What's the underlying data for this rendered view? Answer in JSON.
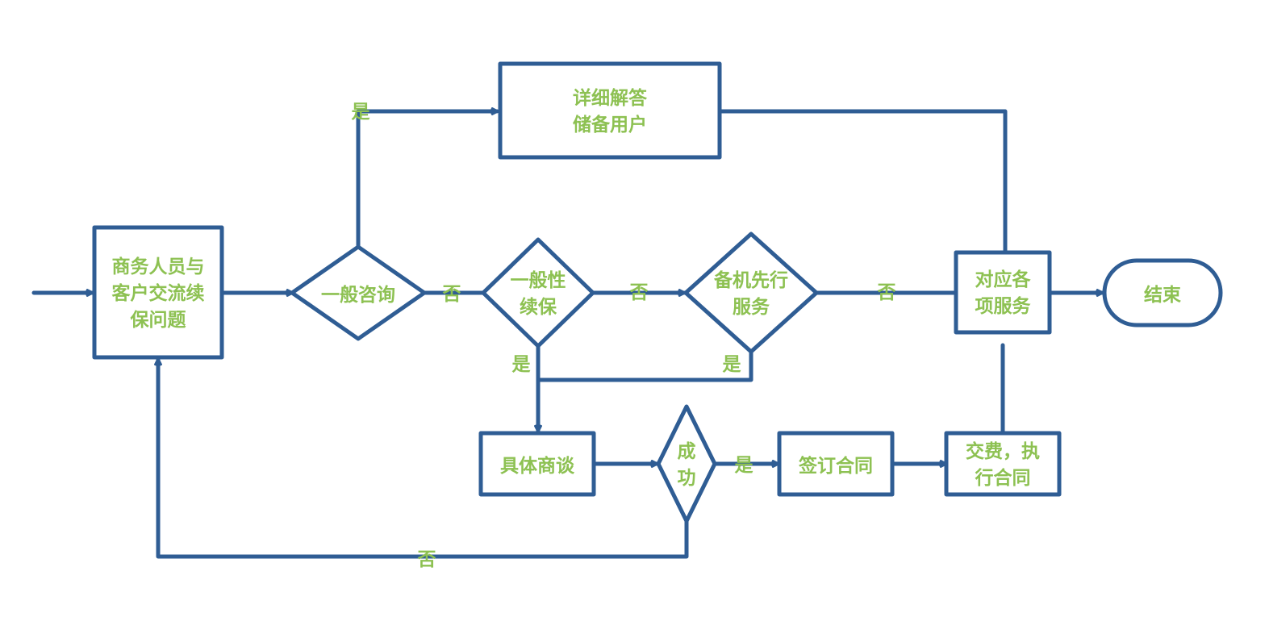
{
  "colors": {
    "stroke": "#2f5d94",
    "text": "#8dc152",
    "background": "#ffffff"
  },
  "nodes": {
    "communicate": {
      "shape": "rectangle",
      "lines": [
        "商务人员与",
        "客户交流续",
        "保问题"
      ]
    },
    "detailed_answer": {
      "shape": "rectangle",
      "lines": [
        "详细解答",
        "储备用户"
      ]
    },
    "general_inquiry": {
      "shape": "diamond",
      "lines": [
        "一般咨询"
      ]
    },
    "general_renewal": {
      "shape": "diamond",
      "lines": [
        "一般性",
        "续保"
      ]
    },
    "backup_first": {
      "shape": "diamond",
      "lines": [
        "备机先行",
        "服务"
      ]
    },
    "services": {
      "shape": "rectangle",
      "lines": [
        "对应各",
        "项服务"
      ]
    },
    "end": {
      "shape": "terminal",
      "lines": [
        "结束"
      ]
    },
    "negotiation": {
      "shape": "rectangle",
      "lines": [
        "具体商谈"
      ]
    },
    "success": {
      "shape": "diamond",
      "lines": [
        "成",
        "功"
      ]
    },
    "sign_contract": {
      "shape": "rectangle",
      "lines": [
        "签订合同"
      ]
    },
    "pay_execute": {
      "shape": "rectangle",
      "lines": [
        "交费，执",
        "行合同"
      ]
    }
  },
  "edge_labels": {
    "inquiry_yes": "是",
    "inquiry_no": "否",
    "renewal_no": "否",
    "renewal_yes": "是",
    "backup_no": "否",
    "backup_yes": "是",
    "success_yes": "是",
    "success_no": "否"
  }
}
